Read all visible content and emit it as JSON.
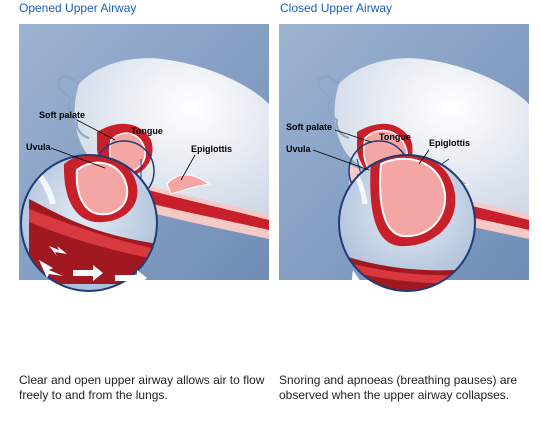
{
  "panels": [
    {
      "title": "Opened Upper Airway",
      "labels": {
        "soft_palate": "Soft palate",
        "uvula": "Uvula",
        "tongue": "Tongue",
        "epiglottis": "Epiglottis"
      },
      "caption": "Clear and open upper airway allows air to flow freely to and from the lungs.",
      "airway_state": "open"
    },
    {
      "title": "Closed Upper Airway",
      "labels": {
        "soft_palate": "Soft palate",
        "uvula": "Uvula",
        "tongue": "Tongue",
        "epiglottis": "Epiglottis"
      },
      "caption": "Snoring and apnoeas (breathing pauses) are observed when the upper airway collapses.",
      "airway_state": "collapsed"
    }
  ],
  "colors": {
    "title_blue": "#1a5fb4",
    "background_blue": "#7f9cc0",
    "skin": "#eef1f6",
    "airway_red": "#c8202a",
    "tissue_pink": "#f3a6a4",
    "arrow_white": "#ffffff"
  }
}
